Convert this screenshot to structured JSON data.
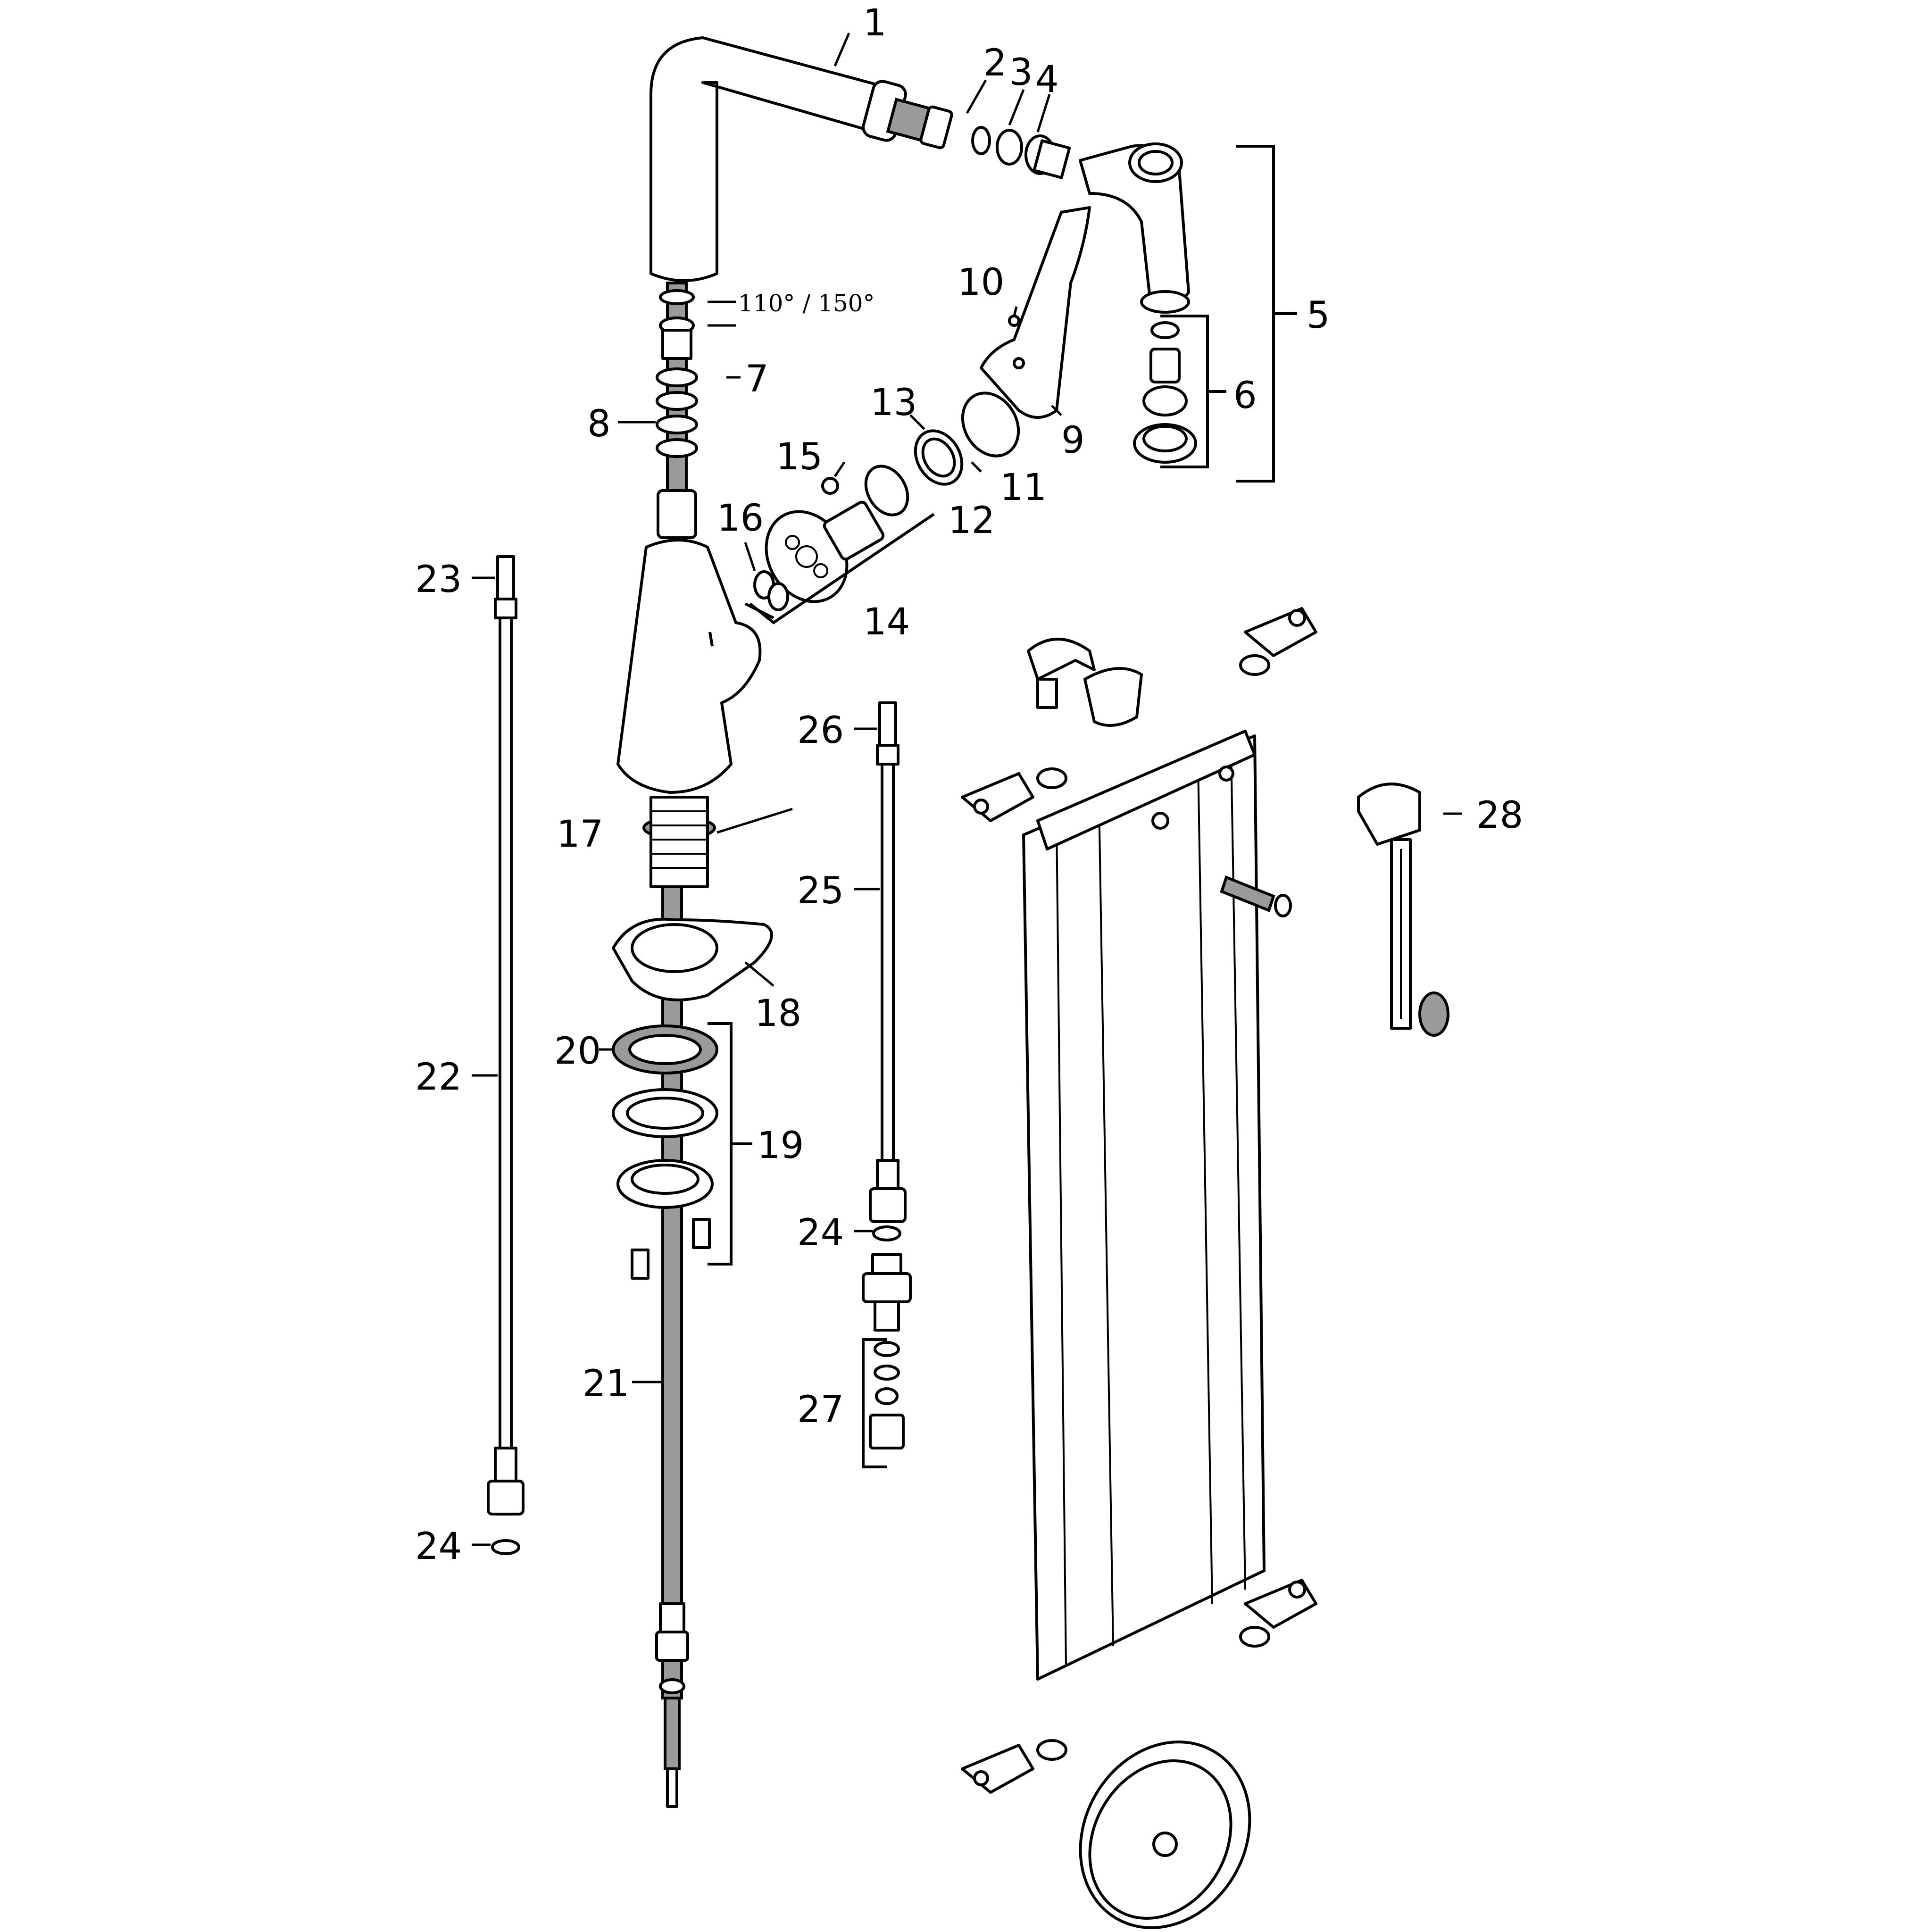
{
  "diagram": {
    "angle_note": "110° / 150°",
    "colors": {
      "line": "#000000",
      "fill": "#ffffff",
      "hose": "#9a9a9a"
    },
    "callouts": [
      {
        "id": "c1",
        "label": "1"
      },
      {
        "id": "c2",
        "label": "2"
      },
      {
        "id": "c3",
        "label": "3"
      },
      {
        "id": "c4",
        "label": "4"
      },
      {
        "id": "c5",
        "label": "5"
      },
      {
        "id": "c6",
        "label": "6"
      },
      {
        "id": "c7",
        "label": "7"
      },
      {
        "id": "c8",
        "label": "8"
      },
      {
        "id": "c9",
        "label": "9"
      },
      {
        "id": "c10",
        "label": "10"
      },
      {
        "id": "c11",
        "label": "11"
      },
      {
        "id": "c12",
        "label": "12"
      },
      {
        "id": "c13",
        "label": "13"
      },
      {
        "id": "c14",
        "label": "14"
      },
      {
        "id": "c15",
        "label": "15"
      },
      {
        "id": "c16",
        "label": "16"
      },
      {
        "id": "c17",
        "label": "17"
      },
      {
        "id": "c18",
        "label": "18"
      },
      {
        "id": "c19",
        "label": "19"
      },
      {
        "id": "c20",
        "label": "20"
      },
      {
        "id": "c21",
        "label": "21"
      },
      {
        "id": "c22",
        "label": "22"
      },
      {
        "id": "c23",
        "label": "23"
      },
      {
        "id": "c24a",
        "label": "24"
      },
      {
        "id": "c24b",
        "label": "24"
      },
      {
        "id": "c25",
        "label": "25"
      },
      {
        "id": "c26",
        "label": "26"
      },
      {
        "id": "c27",
        "label": "27"
      },
      {
        "id": "c28",
        "label": "28"
      }
    ]
  }
}
